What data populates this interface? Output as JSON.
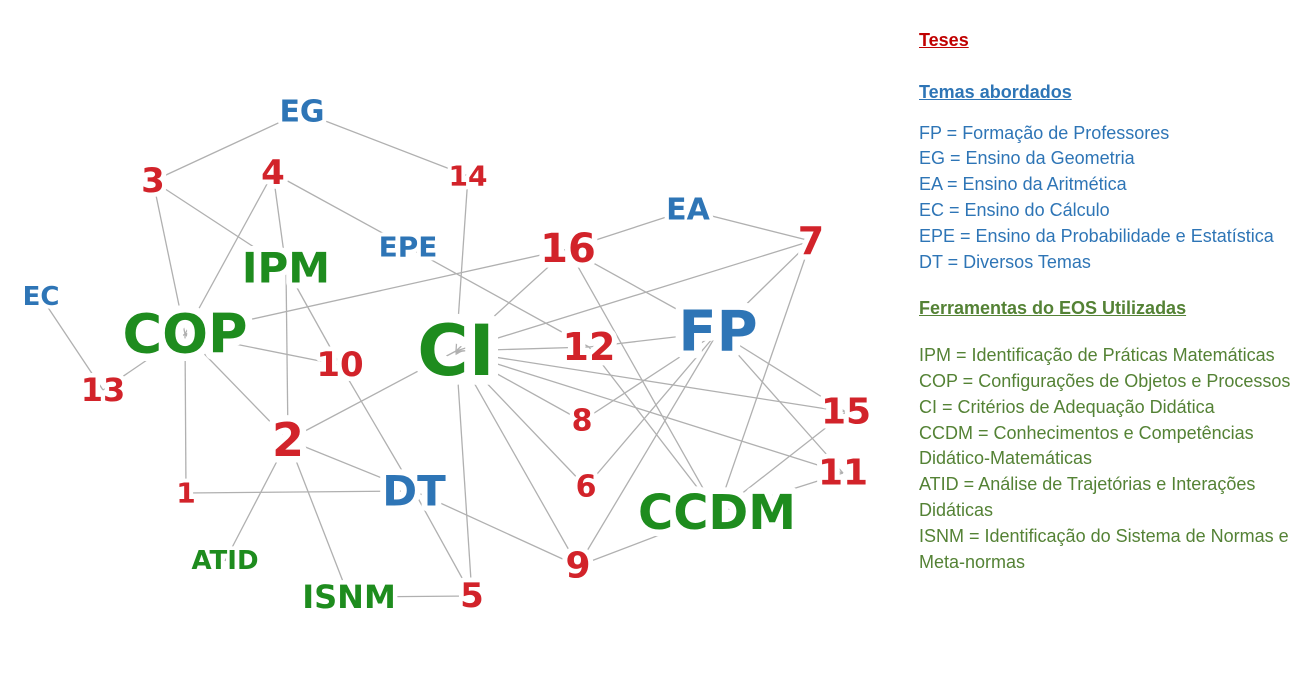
{
  "colors": {
    "tese": "#d2232a",
    "tema": "#2e75b6",
    "ferramenta": "#1e8c1e",
    "legend_red": "#c00000",
    "legend_blue": "#2e75b6",
    "legend_green": "#548235",
    "edge": "#b0b0b0"
  },
  "graph": {
    "nodes": [
      {
        "id": "EG",
        "label": "EG",
        "group": "tema"
      },
      {
        "id": "3",
        "label": "3",
        "group": "tese"
      },
      {
        "id": "4",
        "label": "4",
        "group": "tese"
      },
      {
        "id": "14",
        "label": "14",
        "group": "tese"
      },
      {
        "id": "IPM",
        "label": "IPM",
        "group": "ferramenta"
      },
      {
        "id": "EPE",
        "label": "EPE",
        "group": "tema"
      },
      {
        "id": "EA",
        "label": "EA",
        "group": "tema"
      },
      {
        "id": "16",
        "label": "16",
        "group": "tese"
      },
      {
        "id": "7",
        "label": "7",
        "group": "tese"
      },
      {
        "id": "EC",
        "label": "EC",
        "group": "tema"
      },
      {
        "id": "COP",
        "label": "COP",
        "group": "ferramenta"
      },
      {
        "id": "CI",
        "label": "CI",
        "group": "ferramenta"
      },
      {
        "id": "FP",
        "label": "FP",
        "group": "tema"
      },
      {
        "id": "12",
        "label": "12",
        "group": "tese"
      },
      {
        "id": "10",
        "label": "10",
        "group": "tese"
      },
      {
        "id": "13",
        "label": "13",
        "group": "tese"
      },
      {
        "id": "2",
        "label": "2",
        "group": "tese"
      },
      {
        "id": "8",
        "label": "8",
        "group": "tese"
      },
      {
        "id": "15",
        "label": "15",
        "group": "tese"
      },
      {
        "id": "11",
        "label": "11",
        "group": "tese"
      },
      {
        "id": "1",
        "label": "1",
        "group": "tese"
      },
      {
        "id": "DT",
        "label": "DT",
        "group": "tema"
      },
      {
        "id": "6",
        "label": "6",
        "group": "tese"
      },
      {
        "id": "CCDM",
        "label": "CCDM",
        "group": "ferramenta"
      },
      {
        "id": "ATID",
        "label": "ATID",
        "group": "ferramenta"
      },
      {
        "id": "9",
        "label": "9",
        "group": "tese"
      },
      {
        "id": "ISNM",
        "label": "ISNM",
        "group": "ferramenta"
      },
      {
        "id": "5",
        "label": "5",
        "group": "tese"
      }
    ],
    "edges": [
      [
        "EG",
        "3"
      ],
      [
        "EG",
        "14"
      ],
      [
        "3",
        "IPM"
      ],
      [
        "3",
        "COP"
      ],
      [
        "4",
        "IPM"
      ],
      [
        "4",
        "COP"
      ],
      [
        "4",
        "EPE"
      ],
      [
        "14",
        "CI"
      ],
      [
        "EA",
        "16"
      ],
      [
        "EA",
        "7"
      ],
      [
        "EPE",
        "12"
      ],
      [
        "IPM",
        "2"
      ],
      [
        "IPM",
        "10"
      ],
      [
        "EC",
        "13"
      ],
      [
        "COP",
        "13"
      ],
      [
        "COP",
        "16"
      ],
      [
        "COP",
        "10"
      ],
      [
        "COP",
        "2"
      ],
      [
        "COP",
        "1"
      ],
      [
        "16",
        "CI"
      ],
      [
        "16",
        "FP"
      ],
      [
        "16",
        "CCDM"
      ],
      [
        "7",
        "CI"
      ],
      [
        "7",
        "FP"
      ],
      [
        "7",
        "CCDM"
      ],
      [
        "CI",
        "12"
      ],
      [
        "CI",
        "8"
      ],
      [
        "CI",
        "6"
      ],
      [
        "CI",
        "9"
      ],
      [
        "CI",
        "15"
      ],
      [
        "CI",
        "11"
      ],
      [
        "CI",
        "5"
      ],
      [
        "CI",
        "2"
      ],
      [
        "12",
        "FP"
      ],
      [
        "12",
        "CCDM"
      ],
      [
        "FP",
        "8"
      ],
      [
        "FP",
        "6"
      ],
      [
        "FP",
        "9"
      ],
      [
        "FP",
        "15"
      ],
      [
        "FP",
        "11"
      ],
      [
        "10",
        "DT"
      ],
      [
        "2",
        "DT"
      ],
      [
        "2",
        "ATID"
      ],
      [
        "2",
        "ISNM"
      ],
      [
        "1",
        "DT"
      ],
      [
        "DT",
        "9"
      ],
      [
        "DT",
        "5"
      ],
      [
        "ISNM",
        "5"
      ],
      [
        "9",
        "CCDM"
      ],
      [
        "CCDM",
        "15"
      ],
      [
        "CCDM",
        "11"
      ]
    ]
  },
  "legend": {
    "teses_title": "Teses",
    "temas_title": "Temas abordados",
    "temas": [
      "FP = Formação de Professores",
      "EG = Ensino da Geometria",
      "EA = Ensino da Aritmética",
      "EC = Ensino do Cálculo",
      "EPE = Ensino da Probabilidade e Estatística",
      "DT = Diversos Temas"
    ],
    "ferramentas_title": "Ferramentas do EOS Utilizadas",
    "ferramentas": [
      "IPM = Identificação de Práticas Matemáticas",
      "COP = Configurações de Objetos e Processos",
      "CI = Critérios de Adequação Didática",
      "CCDM = Conhecimentos e Competências",
      "Didático-Matemáticas",
      "ATID = Análise de Trajetórias e Interações",
      "Didáticas",
      "ISNM = Identificação do Sistema de Normas e",
      "Meta-normas"
    ]
  }
}
